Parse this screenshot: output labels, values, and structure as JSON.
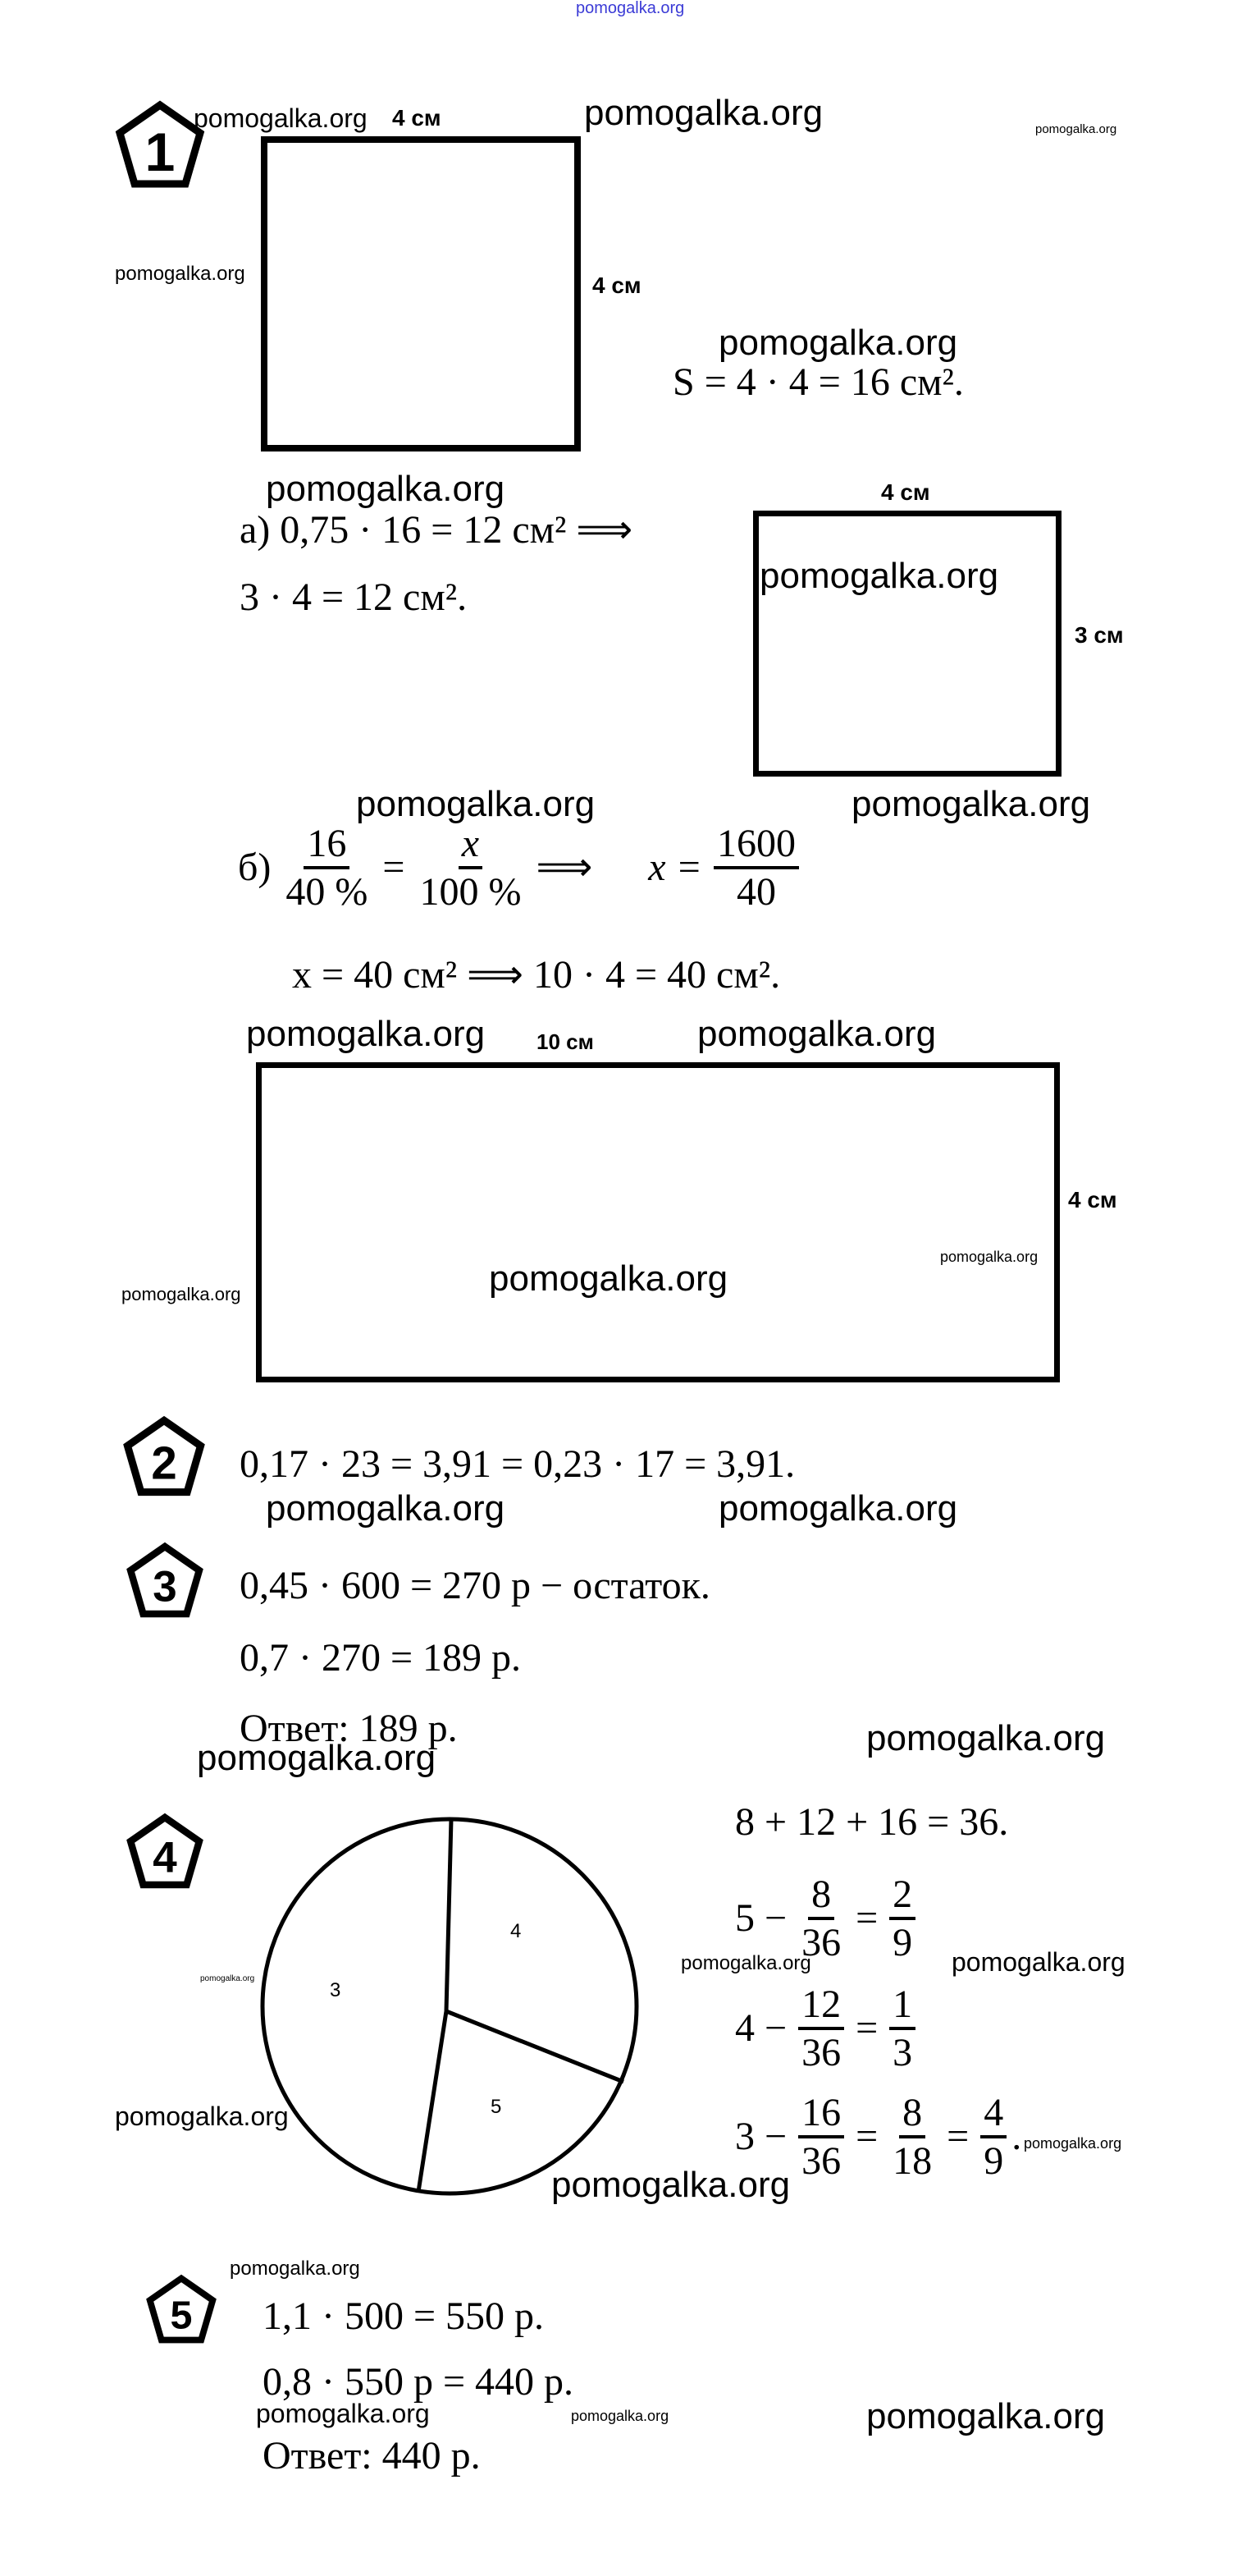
{
  "watermark": "pomogalka.org",
  "colors": {
    "header_watermark": "#3b3bd6"
  },
  "tasks": [
    {
      "number": "1"
    },
    {
      "number": "2"
    },
    {
      "number": "3"
    },
    {
      "number": "4"
    },
    {
      "number": "5"
    }
  ],
  "task1": {
    "square_top": "4 см",
    "square_side": "4 см",
    "area": "S = 4 · 4 = 16 см².",
    "a_line1": "а) 0,75 · 16 = 12 см² ⟹",
    "a_line2": "3 · 4 = 12 см².",
    "rect_a_top": "4 см",
    "rect_a_side": "3 см",
    "b_prefix": "б)",
    "b_f1_num": "16",
    "b_f1_den": "40 %",
    "b_f2_num": "x",
    "b_f2_den": "100 %",
    "b_implies": "⟹",
    "b_x": "x =",
    "b_f3_num": "1600",
    "b_f3_den": "40",
    "b_line2": "x = 40 см² ⟹   10 · 4 = 40 см².",
    "rect_b_top": "10 см",
    "rect_b_side": "4 см"
  },
  "task2": {
    "line": "0,17 · 23 = 3,91 = 0,23 · 17 = 3,91."
  },
  "task3": {
    "line1": "0,45 · 600 = 270 р − остаток.",
    "line2": "0,7 · 270 = 189 р.",
    "answer": "Ответ: 189 р."
  },
  "task4": {
    "pie_labels": [
      "4",
      "5",
      "3"
    ],
    "sum": "8 + 12 + 16 = 36.",
    "r1": {
      "a": "5 −",
      "n": "8",
      "d": "36",
      "eq": "=",
      "rn": "2",
      "rd": "9"
    },
    "r2": {
      "a": "4 −",
      "n": "12",
      "d": "36",
      "eq": "=",
      "rn": "1",
      "rd": "3"
    },
    "r3": {
      "a": "3 −",
      "n": "16",
      "d": "36",
      "eq": "=",
      "mn": "8",
      "md": "18",
      "eq2": "=",
      "rn": "4",
      "rd": "9",
      "end": "."
    }
  },
  "task5": {
    "line1": "1,1 · 500 = 550 р.",
    "line2": "0,8 · 550 р = 440 р.",
    "answer": "Ответ: 440 р."
  }
}
